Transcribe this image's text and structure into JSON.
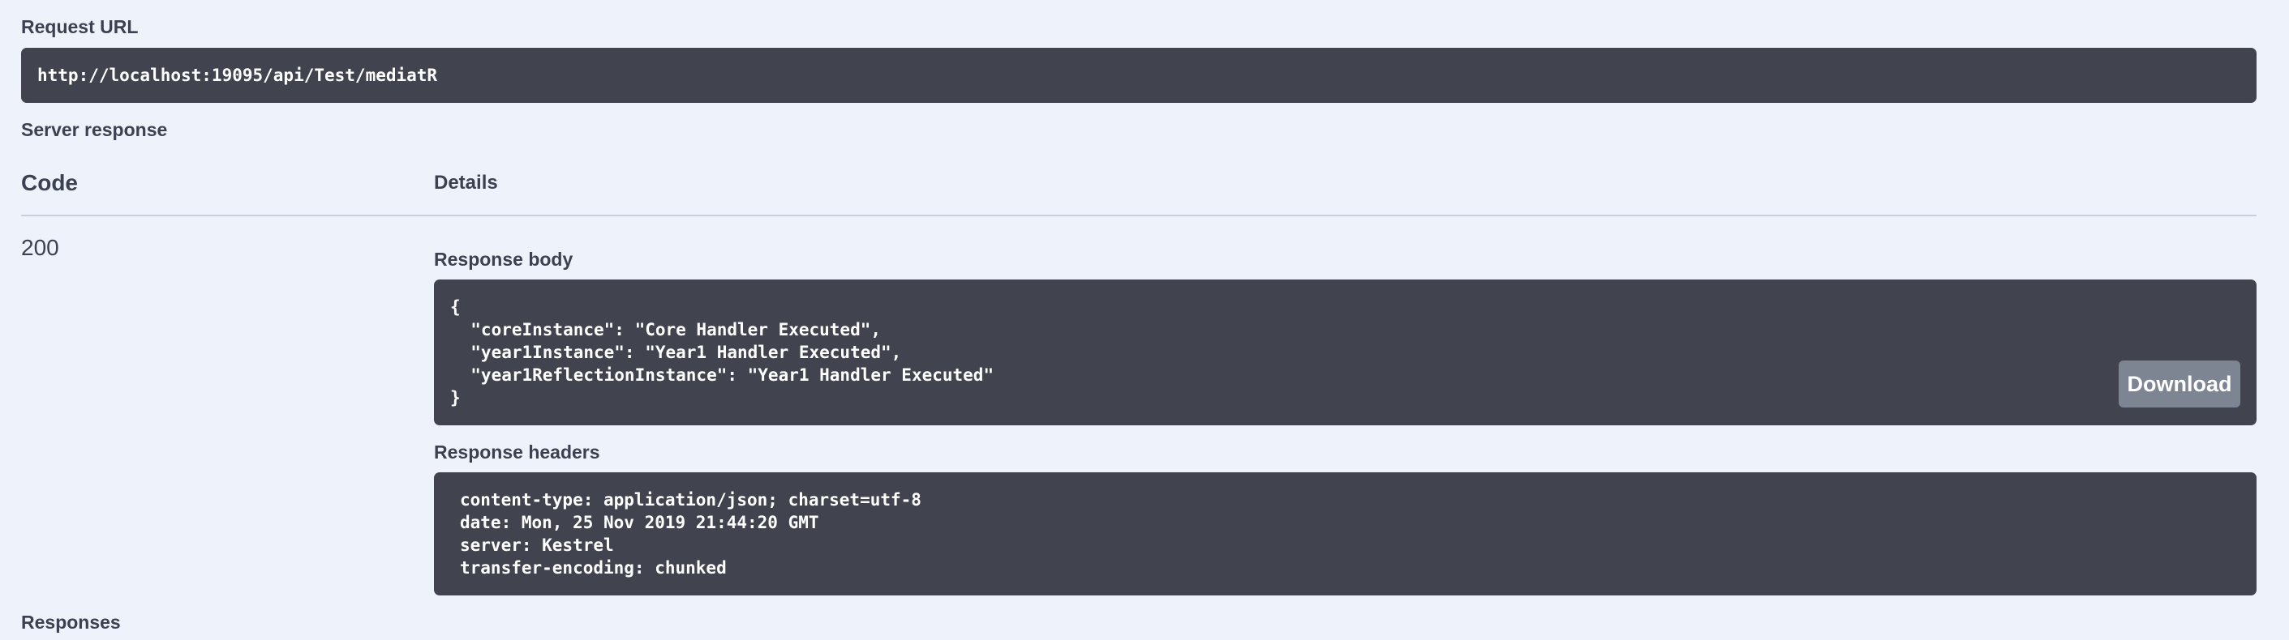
{
  "request_url": {
    "label": "Request URL",
    "value": "http://localhost:19095/api/Test/mediatR"
  },
  "server_response": {
    "label": "Server response",
    "columns": {
      "code": "Code",
      "details": "Details"
    },
    "status_code": "200",
    "response_body": {
      "label": "Response body",
      "content": "{\n  \"coreInstance\": \"Core Handler Executed\",\n  \"year1Instance\": \"Year1 Handler Executed\",\n  \"year1ReflectionInstance\": \"Year1 Handler Executed\"\n}",
      "download_label": "Download"
    },
    "response_headers": {
      "label": "Response headers",
      "content": "content-type: application/json; charset=utf-8\ndate: Mon, 25 Nov 2019 21:44:20 GMT\nserver: Kestrel\ntransfer-encoding: chunked"
    }
  },
  "responses_label": "Responses",
  "colors": {
    "page_background": "#eef3fb",
    "code_block_background": "#41444e",
    "download_button": "#7d8492",
    "text": "#3b4151"
  }
}
